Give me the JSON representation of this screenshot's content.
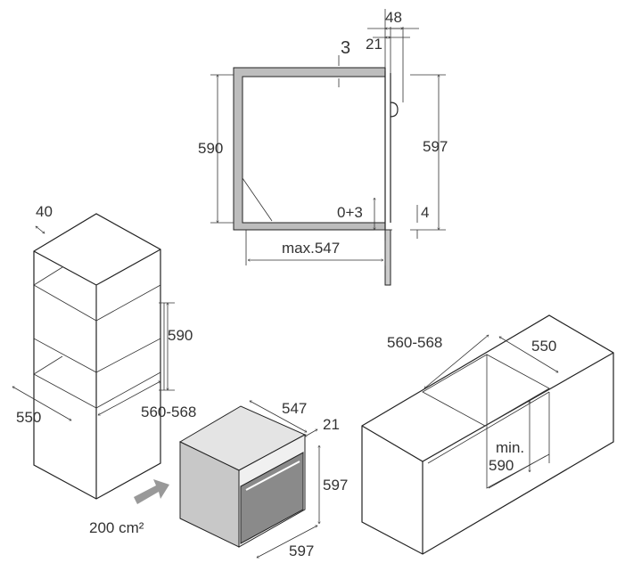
{
  "section_view": {
    "dim_48": "48",
    "dim_21": "21",
    "dim_3": "3",
    "dim_590": "590",
    "dim_597": "597",
    "dim_0_3": "0+3",
    "dim_4": "4",
    "dim_max547": "max.547"
  },
  "tall_cabinet": {
    "dim_40": "40",
    "dim_590": "590",
    "dim_550": "550",
    "dim_560_568": "560-568",
    "vent_area": "200 cm²"
  },
  "oven": {
    "dim_547": "547",
    "dim_21": "21",
    "dim_height_597": "597",
    "dim_width_597": "597"
  },
  "base_cabinet": {
    "dim_560_568": "560-568",
    "dim_550": "550",
    "min_label": "min.",
    "dim_590": "590"
  },
  "colors": {
    "line": "#222222",
    "oven_side": "#c8c8c8",
    "oven_door": "#8a8a8a",
    "wall": "#bdbdbd"
  }
}
